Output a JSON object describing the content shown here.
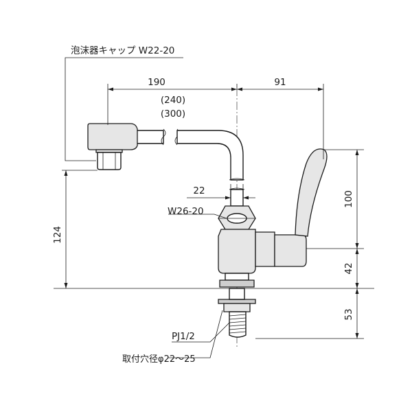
{
  "annotations": {
    "aerator_cap": "泡沫器キャップ W22-20",
    "spout_length_1": "190",
    "spout_length_2": "(240)",
    "spout_length_3": "(300)",
    "handle_offset": "91",
    "nut_width": "22",
    "nut_thread": "W26-20",
    "spout_height": "124",
    "handle_height": "100",
    "body_height": "42",
    "shank_length": "53",
    "pipe_thread": "PJ1/2",
    "mount_hole": "取付穴径φ22～25"
  }
}
